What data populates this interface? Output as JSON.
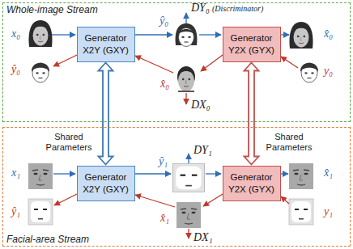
{
  "diagram": {
    "nodes": [
      {
        "text": [
          "Whole-image Stream"
        ]
      },
      {
        "text": [
          "Generator X2Y (GXY)"
        ],
        "in": 0
      },
      {
        "text": [
          "Generator Y2X (GYX)"
        ],
        "in": 0
      },
      {
        "text": [
          "Facial-area Stream"
        ]
      },
      {
        "text": [
          "Generator X2Y (GXY)"
        ],
        "in": 3
      },
      {
        "text": [
          "Generator Y2X (GYX)"
        ],
        "in": 3
      }
    ],
    "edges": [
      {
        "from": 1,
        "to": 4,
        "arrow": "both",
        "label": "Shared Parameters"
      },
      {
        "from": 2,
        "to": 5,
        "arrow": "both",
        "label": "Shared Parameters"
      }
    ],
    "labels": [
      "x₀",
      "ŷ₀",
      "ŷ₀",
      "DY₀",
      "(Discriminator)",
      "x̂₀",
      "DX₀",
      "x̂₀",
      "y₀",
      "x₁",
      "ŷ₁",
      "DY₁",
      "ŷ₁",
      "x̂₁",
      "DX₁",
      "x̂₁",
      "y₁"
    ]
  }
}
